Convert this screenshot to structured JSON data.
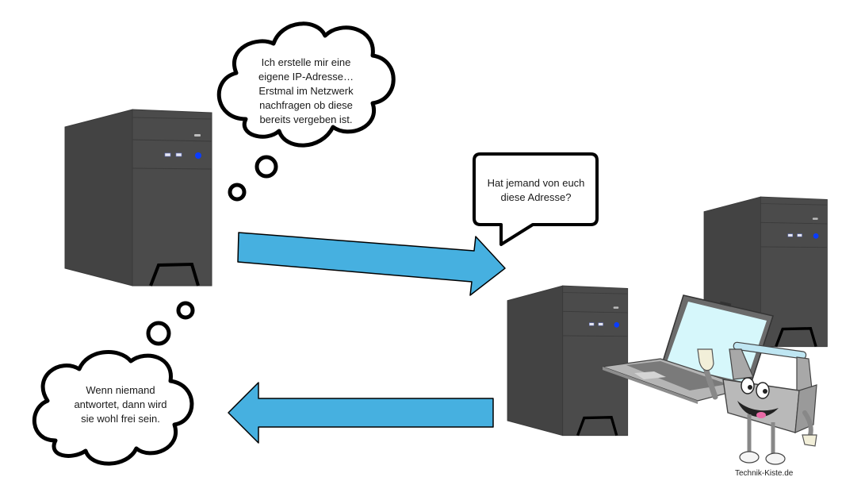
{
  "colors": {
    "arrow_fill": "#46b0e0",
    "pc_case": "#4a4a4a",
    "pc_side": "#434343",
    "power_button": "#0a3cff",
    "laptop_screen": "#d6f7fb",
    "outline": "#000000"
  },
  "thought_bubble_top": {
    "text": "Ich erstelle mir eine\neigene IP-Adresse…\nErstmal im Netzwerk\nnachfragen ob diese\nbereits vergeben ist."
  },
  "speech_bubble": {
    "text": "Hat jemand von euch\ndiese Adresse?"
  },
  "thought_bubble_bottom": {
    "text": "Wenn niemand\nantwortet, dann wird\nsie wohl frei sein."
  },
  "arrows": [
    {
      "name": "request",
      "direction": "right",
      "label": ""
    },
    {
      "name": "response",
      "direction": "left",
      "label": ""
    }
  ],
  "nodes": [
    {
      "name": "requesting-computer",
      "type": "tower-pc"
    },
    {
      "name": "network-computer-1",
      "type": "tower-pc"
    },
    {
      "name": "network-computer-2",
      "type": "tower-pc"
    },
    {
      "name": "network-laptop",
      "type": "laptop"
    }
  ],
  "mascot": {
    "name": "toolbox-mascot"
  },
  "credit": "Technik-Kiste.de"
}
